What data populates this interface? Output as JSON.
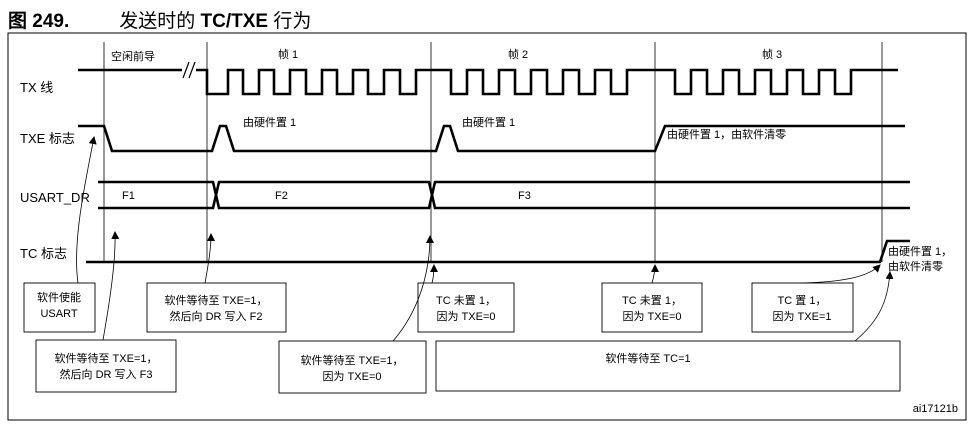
{
  "figure": {
    "number": "图 249.",
    "title_prefix": "发送时的 ",
    "title_bold": "TC/TXE",
    "title_suffix": " 行为"
  },
  "signals": {
    "tx": "TX 线",
    "txe": "TXE 标志",
    "usart_dr": "USART_DR",
    "tc": "TC 标志"
  },
  "timeline": {
    "idle_preamble": "空闲前导",
    "frame1": "帧 1",
    "frame2": "帧 2",
    "frame3": "帧 3"
  },
  "dr_values": {
    "f1": "F1",
    "f2": "F2",
    "f3": "F3"
  },
  "annotations": {
    "txe_set_1": "由硬件置 1",
    "txe_set_2": "由硬件置 1",
    "txe_set_3": "由硬件置 1，由软件清零",
    "tc_set_line1": "由硬件置 1，",
    "tc_set_line2": "由软件清零"
  },
  "boxes": {
    "enable_usart_line1": "软件使能",
    "enable_usart_line2": "USART",
    "wait_txe_f2_line1": "软件等待至 TXE=1，",
    "wait_txe_f2_line2": "然后向 DR 写入 F2",
    "wait_txe_f3_line1": "软件等待至 TXE=1，",
    "wait_txe_f3_line2": "然后向 DR 写入 F3",
    "wait_txe_tc0_line1": "软件等待至 TXE=1，",
    "wait_txe_tc0_line2": "因为 TXE=0",
    "tc_not_set_1_line1": "TC 未置 1，",
    "tc_not_set_1_line2": "因为 TXE=0",
    "tc_not_set_2_line1": "TC 未置 1，",
    "tc_not_set_2_line2": "因为 TXE=0",
    "tc_set_line1": "TC 置 1，",
    "tc_set_line2": "因为 TXE=1",
    "wait_tc": "软件等待至 TC=1"
  },
  "footer": {
    "figure_id": "ai17121b"
  }
}
